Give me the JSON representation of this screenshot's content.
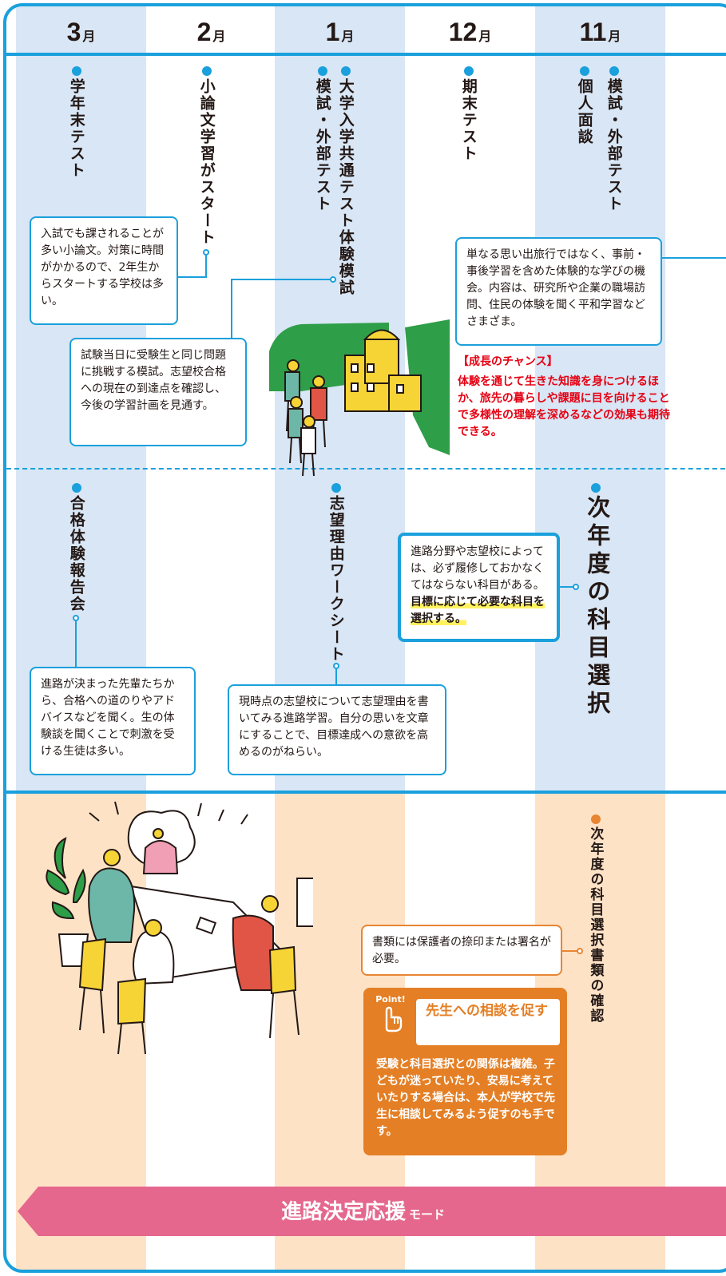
{
  "months": [
    {
      "num": "3",
      "unit": "月"
    },
    {
      "num": "2",
      "unit": "月"
    },
    {
      "num": "1",
      "unit": "月"
    },
    {
      "num": "12",
      "unit": "月"
    },
    {
      "num": "11",
      "unit": "月"
    }
  ],
  "events": {
    "march_term_test": "学年末テスト",
    "feb_essay_start": "小論文学習がスタート",
    "jan_common_test_mock": "大学入学共通テスト体験模試",
    "jan_mock_external": "模試・外部テスト",
    "dec_final_test": "期末テスト",
    "nov_mock_external": "模試・外部テスト",
    "nov_interview": "個人面談",
    "march_success_report": "合格体験報告会",
    "jan_motivation_worksheet": "志望理由ワークシート",
    "nov_next_subjects": "次年度の科目選択",
    "nov_subject_documents": "次年度の科目選択書類の確認"
  },
  "boxes": {
    "essay_note": "入試でも課されることが多い小論文。対策に時間がかかるので、2年生からスタートする学校は多い。",
    "mock_note": "試験当日に受験生と同じ問題に挑戦する模試。志望校合格への現在の到達点を確認し、今後の学習計画を見通す。",
    "trip_note": "単なる思い出旅行ではなく、事前・事後学習を含めた体験的な学びの機会。内容は、研究所や企業の職場訪問、住民の体験を聞く平和学習などさまざま。",
    "subject_note_lead": "進路分野や志望校によっては、必ず履修しておかなくてはならない科目がある。",
    "subject_note_highlight": "目標に応じて必要な科目を選択する。",
    "report_note": "進路が決まった先輩たちから、合格への道のりやアドバイスなどを聞く。生の体験談を聞くことで刺激を受ける生徒は多い。",
    "worksheet_note": "現時点の志望校について志望理由を書いてみる進路学習。自分の思いを文章にすることで、目標達成への意欲を高めるのがねらい。",
    "documents_note": "書類には保護者の捺印または署名が必要。"
  },
  "chance": {
    "title": "【成長のチャンス】",
    "body": "体験を通じて生きた知識を身につけるほか、旅先の暮らしや課題に目を向けることで多様性の理解を深めるなどの効果も期待できる。"
  },
  "point": {
    "badge": "Point!",
    "heading": "先生への相談を促す",
    "body": "受験と科目選択との関係は複雑。子どもが迷っていたり、安易に考えていたりする場合は、本人が学校で先生に相談してみるよう促すのも手です。"
  },
  "banner": {
    "main": "進路決定応援",
    "sub": "モード"
  },
  "colors": {
    "accent": "#1aa0dc",
    "column_blue": "#d8e6f5",
    "column_orange": "#fde2c6",
    "point_orange": "#e47f25",
    "chance_red": "#e50012",
    "banner_pink": "#e5678d"
  },
  "icons": [
    "hand-pointer-icon"
  ]
}
